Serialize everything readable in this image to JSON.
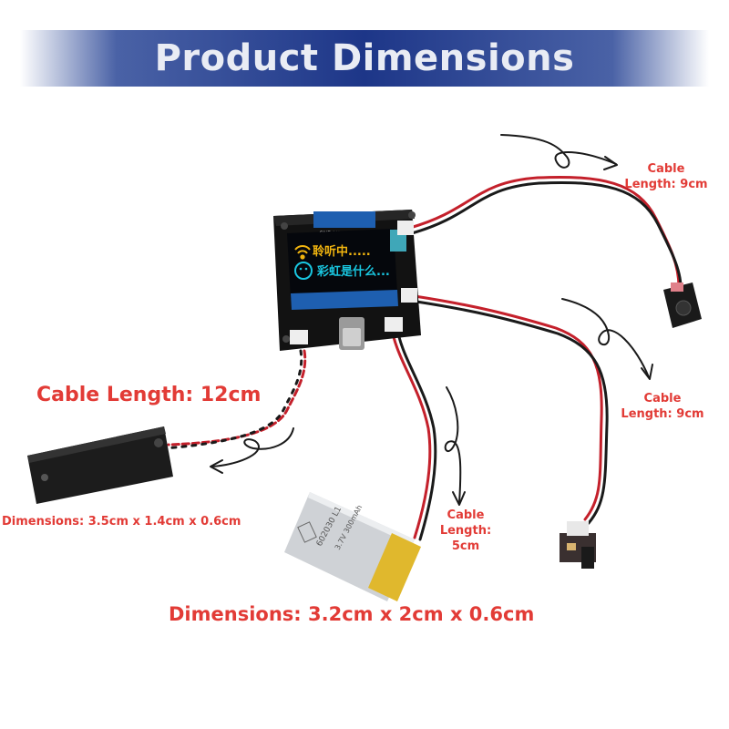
{
  "header": {
    "title": "Product Dimensions"
  },
  "board": {
    "screen_line1": "聆听中.....",
    "screen_line2": "彩虹是什么...",
    "pin_labels": "GND VCC SCL SDA"
  },
  "callouts": {
    "cable_top_right_line1": "Cable",
    "cable_top_right_line2": "Length: 9cm",
    "cable_mid_right_line1": "Cable",
    "cable_mid_right_line2": "Length: 9cm",
    "cable_left": "Cable Length: 12cm",
    "cable_battery_line1": "Cable",
    "cable_battery_line2": "Length:",
    "cable_battery_line3": "5cm",
    "speaker_dimensions": "Dimensions: 3.5cm x 1.4cm x 0.6cm",
    "battery_dimensions": "Dimensions: 3.2cm x 2cm x 0.6cm"
  },
  "battery": {
    "model": "602030 L1",
    "spec": "3.7V 300mAh"
  },
  "colors": {
    "banner": "#1d3688",
    "accent_text": "#e23b36",
    "screen_yellow": "#f2b50f",
    "screen_cyan": "#19c6e0",
    "pcb": "#111111"
  }
}
